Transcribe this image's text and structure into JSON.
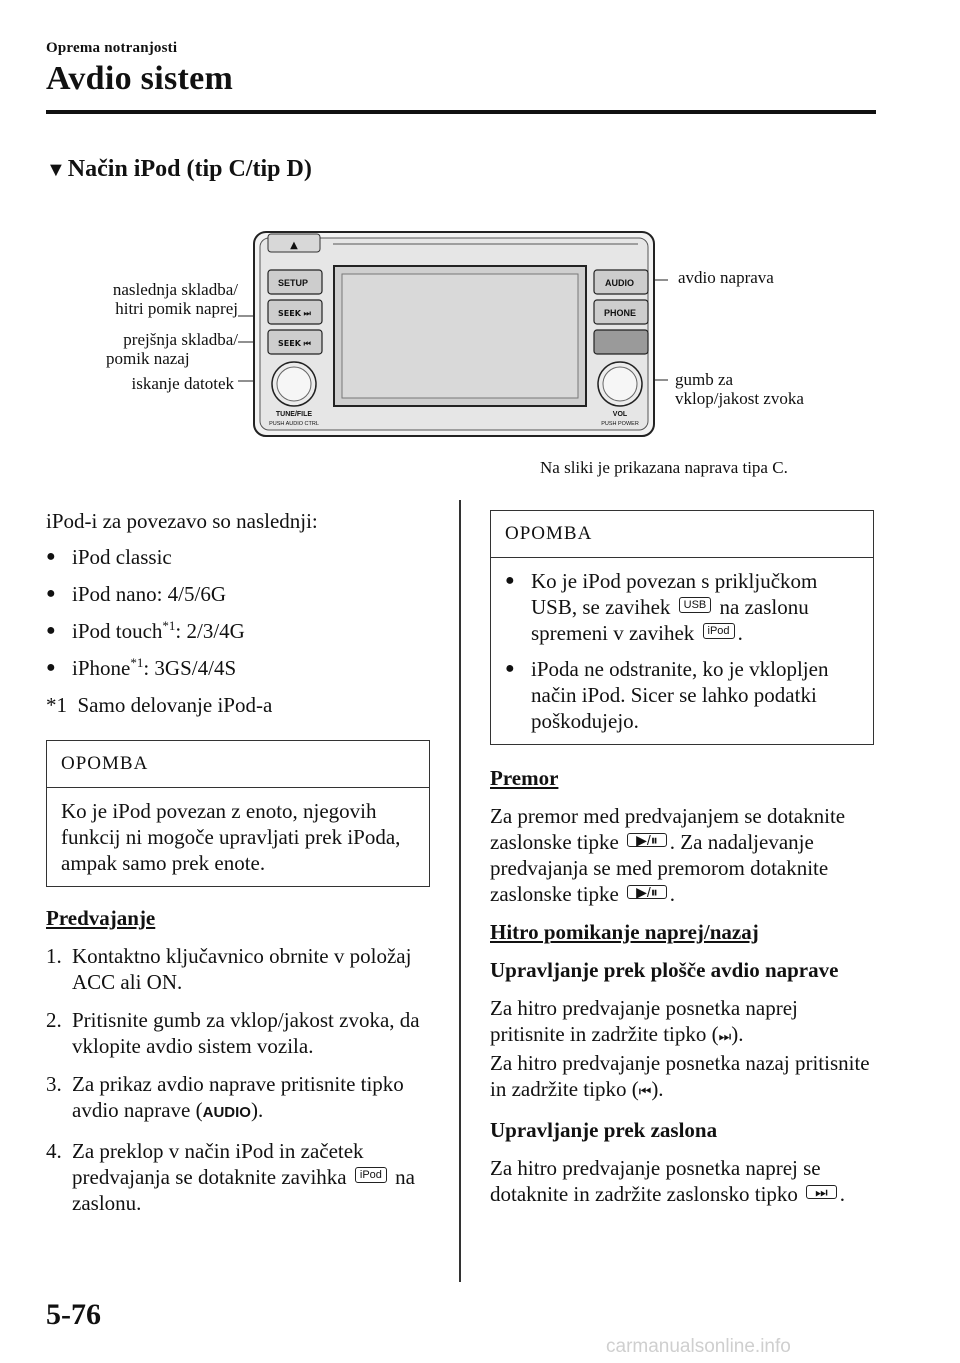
{
  "header": {
    "section": "Oprema notranjosti",
    "title": "Avdio sistem"
  },
  "subsection": {
    "marker": "▼",
    "title": "Način iPod (tip C/tip D)"
  },
  "diagram": {
    "callouts": {
      "next_track": [
        "naslednja skladba/",
        "hitri pomik naprej"
      ],
      "prev_track": [
        "prejšnja skladba/",
        "pomik nazaj"
      ],
      "file_search": "iskanje datotek",
      "audio_unit": "avdio naprava",
      "power_volume": [
        "gumb za",
        "vklop/jakost zvoka"
      ]
    },
    "unit_labels": {
      "eject": "▲",
      "setup": "SETUP",
      "seek_fwd": "SEEK ⏭",
      "seek_back": "SEEK ⏮",
      "audio": "AUDIO",
      "phone": "PHONE",
      "tune": "TUNE/FILE",
      "tune_sub": "PUSH AUDIO CTRL",
      "vol": "VOL",
      "vol_sub": "PUSH POWER"
    },
    "caption": "Na sliki je prikazana naprava tipa C."
  },
  "left": {
    "intro": "iPod-i za povezavo so naslednji:",
    "models": [
      {
        "name": "iPod classic",
        "sup": "",
        "rest": ""
      },
      {
        "name": "iPod nano: 4/5/6G",
        "sup": "",
        "rest": ""
      },
      {
        "name": "iPod touch",
        "sup": "*1",
        "rest": ": 2/3/4G"
      },
      {
        "name": "iPhone",
        "sup": "*1",
        "rest": ": 3GS/4/4S"
      }
    ],
    "footnote": "*1  Samo delovanje iPod-a",
    "note": {
      "heading": "OPOMBA",
      "text": "Ko je iPod povezan z enoto, njegovih funkcij ni mogoče upravljati prek iPoda, ampak samo prek enote."
    },
    "playback_heading": "Predvajanje",
    "steps": [
      {
        "n": "1.",
        "text": "Kontaktno ključavnico obrnite v položaj ACC ali ON."
      },
      {
        "n": "2.",
        "text": "Pritisnite gumb za vklop/jakost zvoka, da vklopite avdio sistem vozila."
      },
      {
        "n": "3.",
        "a": "Za prikaz avdio naprave pritisnite tipko avdio naprave (",
        "icon": "AUDIO",
        "b": ")."
      },
      {
        "n": "4.",
        "a": "Za preklop v način iPod in začetek predvajanja se dotaknite zavihka ",
        "icon": "iPod",
        "b": " na zaslonu."
      }
    ]
  },
  "right": {
    "note": {
      "heading": "OPOMBA",
      "b1a": "Ko je iPod povezan s priključkom USB, se zavihek ",
      "b1icon1": "USB",
      "b1b": " na zaslonu spremeni v zavihek ",
      "b1icon2": "iPod",
      "b1c": ".",
      "b2": "iPoda ne odstranite, ko je vklopljen način iPod. Sicer se lahko podatki poškodujejo."
    },
    "pause": {
      "heading": "Premor",
      "a": "Za premor med predvajanjem se dotaknite zaslonske tipke ",
      "icon": "▶/⏸",
      "b": ". Za nadaljevanje predvajanja se med premorom dotaknite zaslonske tipke ",
      "c": "."
    },
    "ff": {
      "heading": "Hitro pomikanje naprej/nazaj",
      "panel_heading": "Upravljanje prek plošče avdio naprave",
      "p1a": "Za hitro predvajanje posnetka naprej pritisnite in zadržite tipko (",
      "icon_fwd": "⏭",
      "p1b": ").",
      "p2a": "Za hitro predvajanje posnetka nazaj pritisnite in zadržite tipko (",
      "icon_back": "⏮",
      "p2b": ").",
      "screen_heading": "Upravljanje prek zaslona",
      "p3a": "Za hitro predvajanje posnetka naprej se dotaknite in zadržite zaslonsko tipko ",
      "p3b": "."
    }
  },
  "footer": {
    "page": "5-76",
    "watermark": "carmanualsonline.info"
  }
}
